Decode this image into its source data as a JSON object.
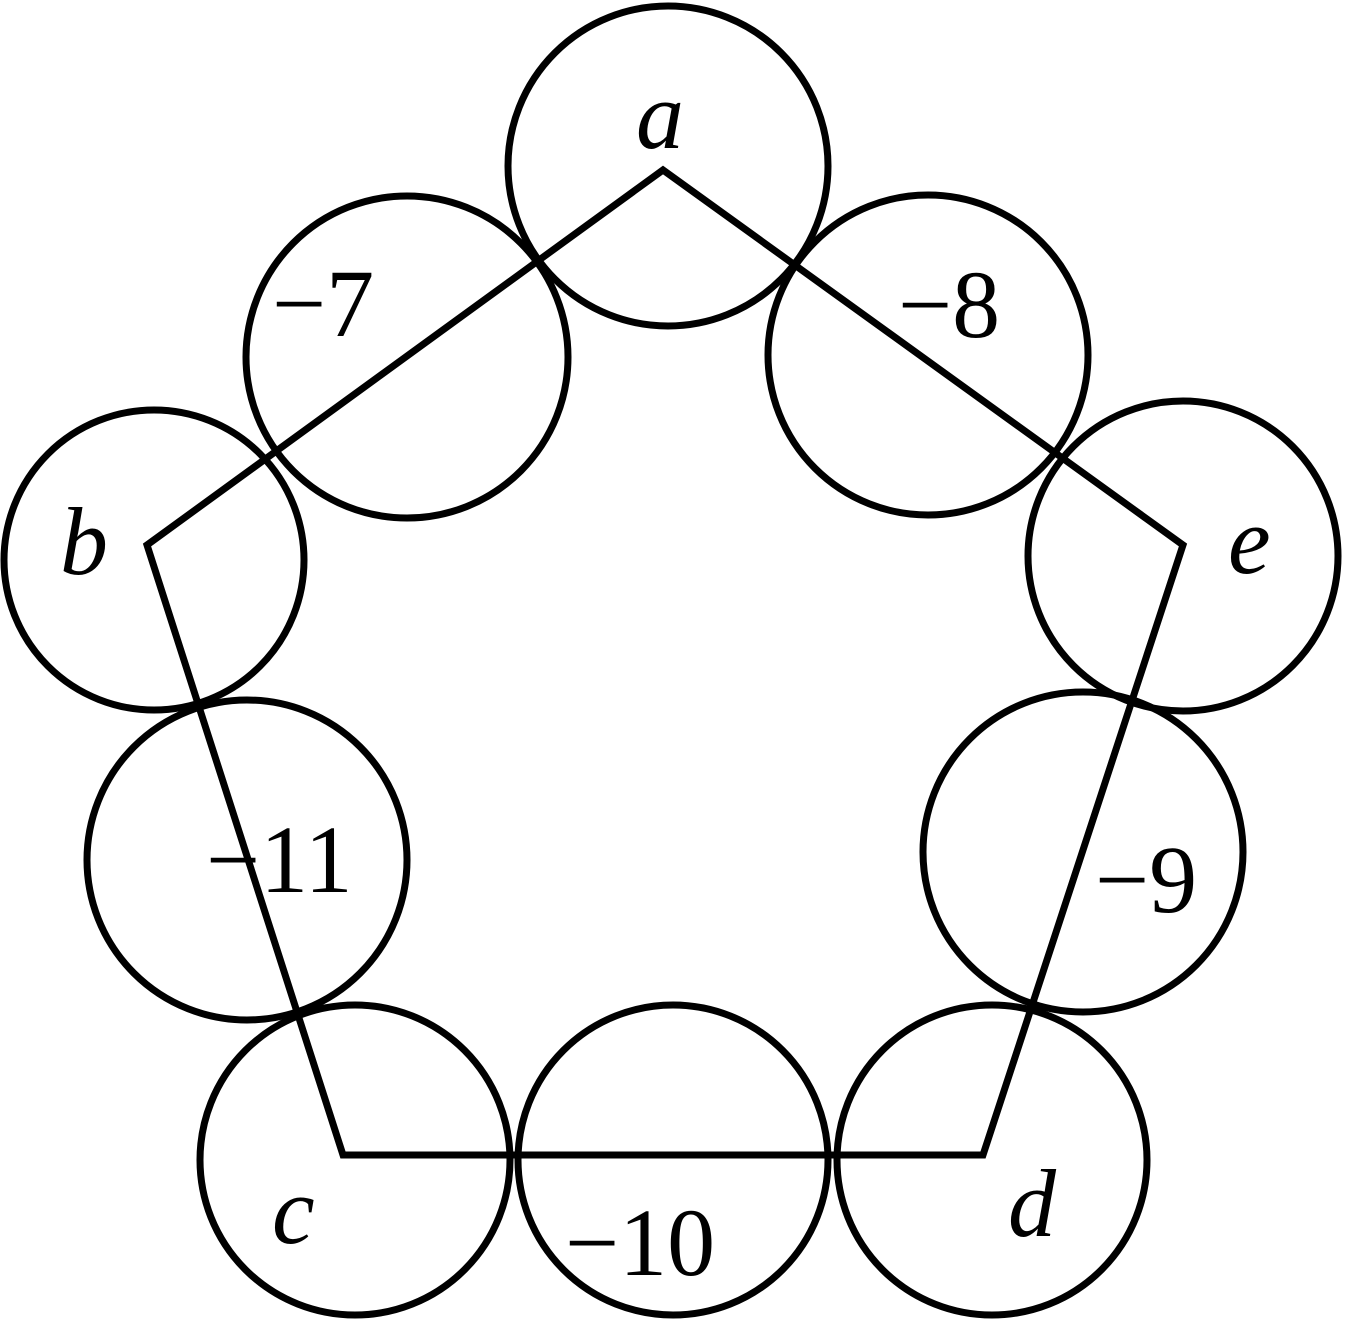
{
  "vertices": [
    {
      "id": "a",
      "label": "a"
    },
    {
      "id": "b",
      "label": "b"
    },
    {
      "id": "c",
      "label": "c"
    },
    {
      "id": "d",
      "label": "d"
    },
    {
      "id": "e",
      "label": "e"
    }
  ],
  "edges": [
    {
      "from": "a",
      "to": "b",
      "label": "−7"
    },
    {
      "from": "a",
      "to": "e",
      "label": "−8"
    },
    {
      "from": "e",
      "to": "d",
      "label": "−9"
    },
    {
      "from": "c",
      "to": "d",
      "label": "−10"
    },
    {
      "from": "b",
      "to": "c",
      "label": "−11"
    }
  ]
}
